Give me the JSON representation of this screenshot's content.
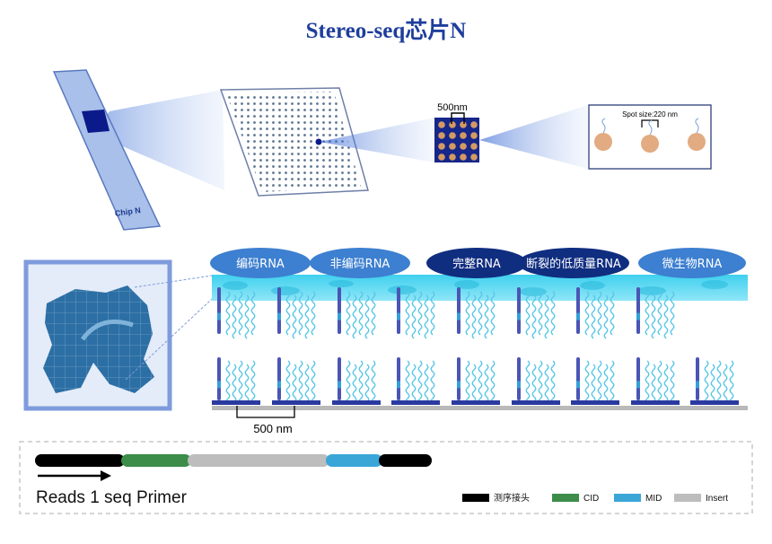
{
  "title": "Stereo-seq芯片N",
  "chip": {
    "label": "Chip N"
  },
  "zoom": {
    "spacing_label": "500nm",
    "spot_label": "Spot size:220 nm"
  },
  "rna_types": [
    {
      "label": "编码RNA",
      "color": "#3d7fd0"
    },
    {
      "label": "非编码RNA",
      "color": "#3d7fd0"
    },
    {
      "label": "完整RNA",
      "color": "#102e80"
    },
    {
      "label": "断裂的低质量RNA",
      "color": "#102e80"
    },
    {
      "label": "微生物RNA",
      "color": "#3d7fd0"
    }
  ],
  "probe": {
    "spacing_label": "500 nm"
  },
  "read": {
    "primer_label": "Reads 1 seq Primer"
  },
  "legend": [
    {
      "label": "测序接头",
      "color": "#000000"
    },
    {
      "label": "CID",
      "color": "#3c8c4a"
    },
    {
      "label": "MID",
      "color": "#3aa6d8"
    },
    {
      "label": "Insert",
      "color": "#bdbdbd"
    }
  ]
}
